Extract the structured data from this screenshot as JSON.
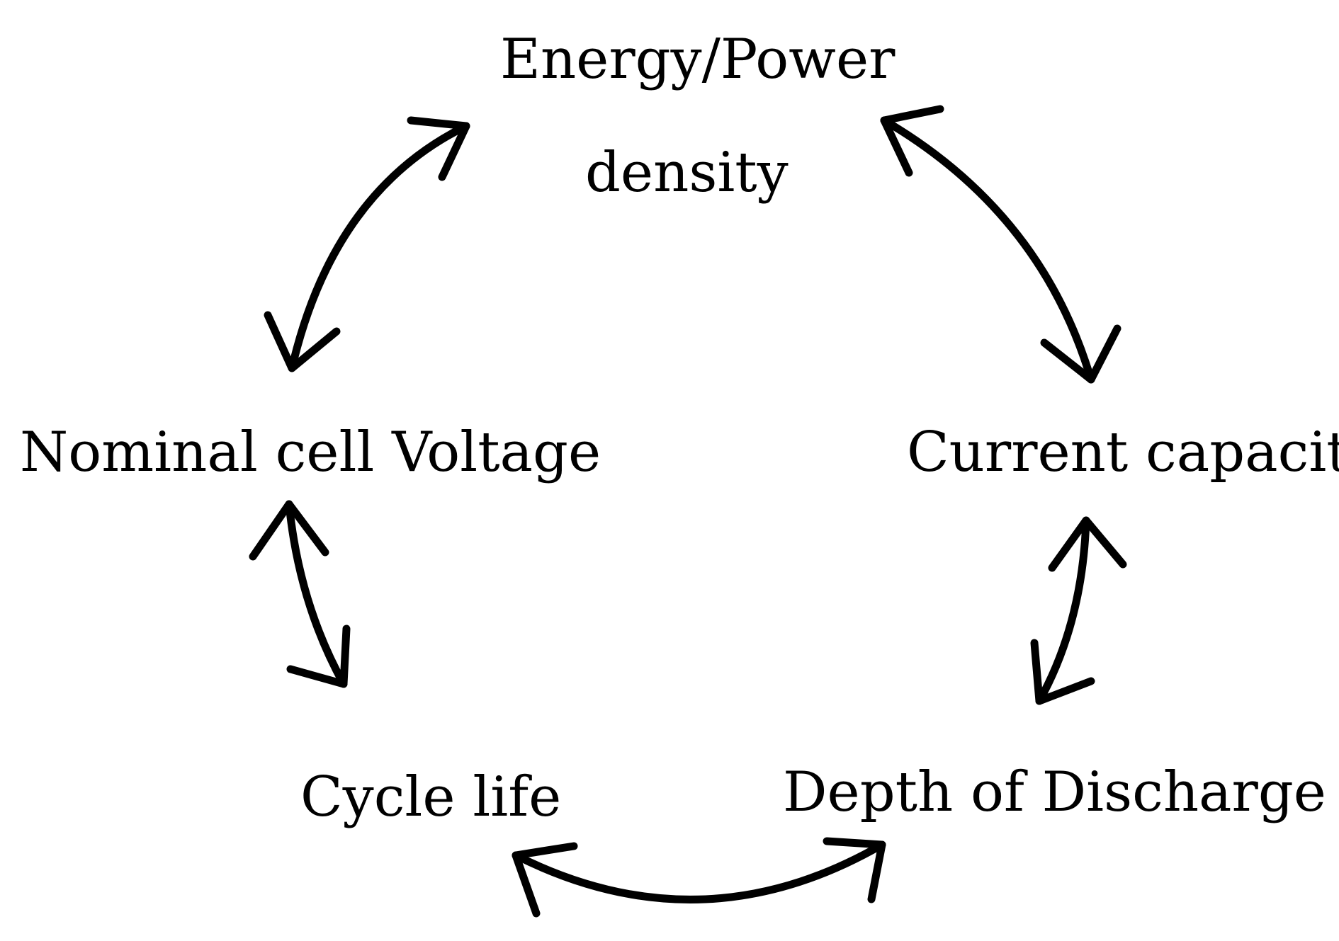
{
  "nodes": {
    "energy_power_line1": "Energy/Power",
    "energy_power_line2": "density",
    "nominal_voltage": "Nominal cell Voltage",
    "current_capacity": "Current capacity",
    "cycle_life": "Cycle life",
    "depth_of_discharge": "Depth of Discharge"
  }
}
